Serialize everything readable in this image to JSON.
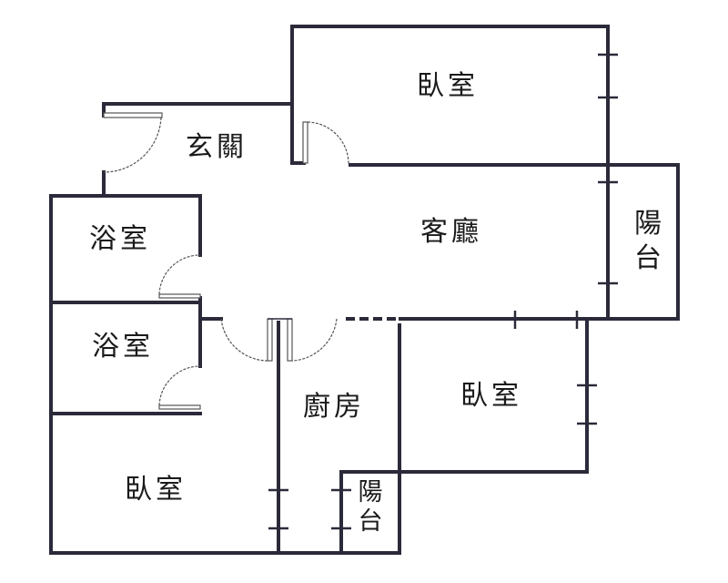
{
  "floor_plan": {
    "rooms": [
      {
        "id": "bedroom-top",
        "label": "臥室"
      },
      {
        "id": "foyer",
        "label": "玄關"
      },
      {
        "id": "living-room",
        "label": "客廳"
      },
      {
        "id": "balcony-right",
        "label": "陽台"
      },
      {
        "id": "bathroom-upper",
        "label": "浴室"
      },
      {
        "id": "bathroom-lower",
        "label": "浴室"
      },
      {
        "id": "kitchen",
        "label": "廚房"
      },
      {
        "id": "bedroom-middle",
        "label": "臥室"
      },
      {
        "id": "bedroom-bottom-left",
        "label": "臥室"
      },
      {
        "id": "balcony-small",
        "label": "陽台"
      }
    ],
    "colors": {
      "wall": "#2b2a3a",
      "background": "#ffffff",
      "text": "#1a1a1a"
    }
  }
}
